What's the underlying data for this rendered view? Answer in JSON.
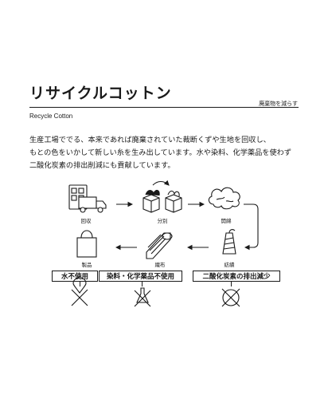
{
  "header": {
    "title": "リサイクルコットン",
    "tagline": "廃棄物を減らす",
    "subtitle": "Recycle Cotton"
  },
  "description": {
    "lines": [
      "生産工場ででる、本来であれば廃棄されていた裁断くずや生地を回収し、",
      "もとの色をいかして新しい糸を生み出しています。水や染料、化学薬品を使わず",
      "二酸化炭素の排出削減にも貢献しています。"
    ]
  },
  "process": {
    "steps": [
      "回収",
      "分別",
      "開綿",
      "紡績",
      "織布",
      "製品"
    ]
  },
  "benefits": {
    "items": [
      "水不使用",
      "染料・化学薬品不使用",
      "二酸化炭素の排出減少"
    ]
  },
  "colors": {
    "ink": "#1a1a1a",
    "background": "#ffffff"
  }
}
